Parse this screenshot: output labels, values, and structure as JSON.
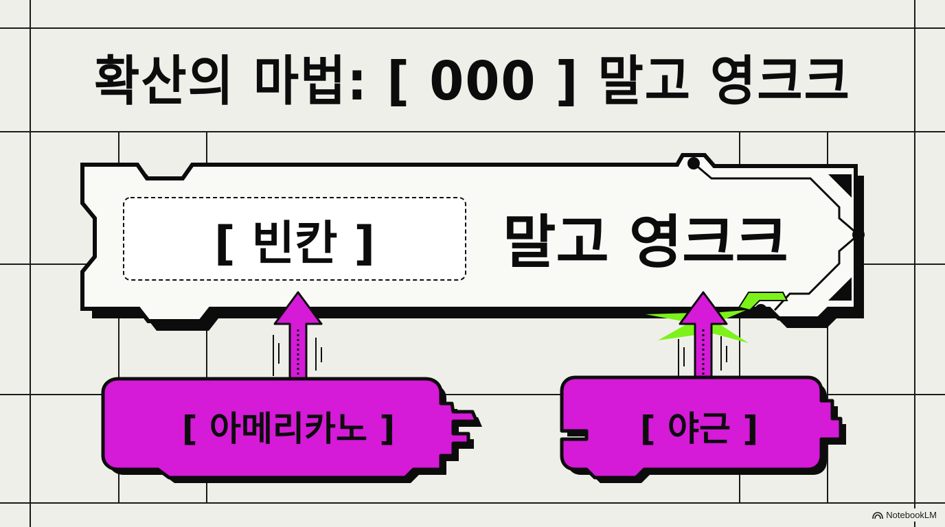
{
  "title": "확산의 마법: [ 000 ] 말고 영크크",
  "card": {
    "blank_label": "[ 빈칸 ]",
    "suffix": "말고 영크크"
  },
  "options": [
    {
      "label": "[ 아메리카노 ]"
    },
    {
      "label": "[ 야근 ]"
    }
  ],
  "watermark": "NotebookLM",
  "colors": {
    "background": "#efefea",
    "ink": "#0c0c0c",
    "accent_magenta": "#d51ad8",
    "accent_green": "#7df21a",
    "card_fill": "#f9f9f6"
  }
}
